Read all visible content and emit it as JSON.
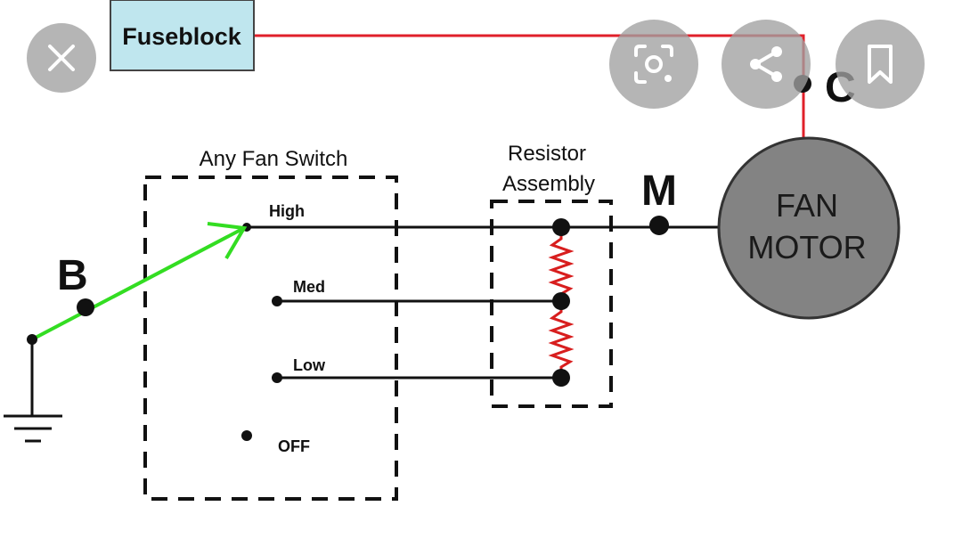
{
  "diagram": {
    "fuseblock_label": "Fuseblock",
    "switch_title": "Any Fan Switch",
    "resistor_title_line1": "Resistor",
    "resistor_title_line2": "Assembly",
    "positions": {
      "high": "High",
      "med": "Med",
      "low": "Low",
      "off": "OFF"
    },
    "motor_line1": "FAN",
    "motor_line2": "MOTOR",
    "point_b": "B",
    "point_c": "C",
    "point_m": "M",
    "colors": {
      "power_wire": "#e0202a",
      "ground_wire": "#33dd22",
      "resistor_coil": "#d81e1e",
      "fuseblock_fill": "#bfe6ee",
      "motor_fill": "#838383"
    }
  },
  "overlay": {
    "close_icon": "close-icon",
    "lens_icon": "lens-icon",
    "share_icon": "share-icon",
    "bookmark_icon": "bookmark-icon"
  }
}
